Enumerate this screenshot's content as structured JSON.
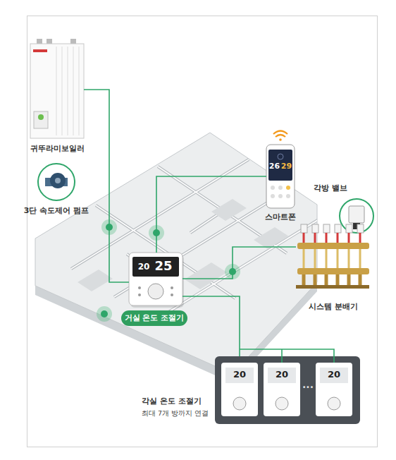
{
  "diagram": {
    "nodes": [
      {
        "text": [
          "귀뚜라미보일러"
        ]
      },
      {
        "text": [
          "3단 속도제어 펌프"
        ]
      },
      {
        "text": [
          "26",
          "29",
          "스마트폰"
        ]
      },
      {
        "text": [
          "각방 밸브"
        ]
      },
      {
        "text": [
          "시스템 분배기"
        ]
      },
      {
        "text": [
          "20",
          "25"
        ]
      },
      {
        "text": [
          "거실 온도 조절기"
        ]
      },
      {
        "text": [
          "각실 온도 조절기",
          "최대 7개 방까지 연결"
        ]
      },
      {
        "text": [
          "20"
        ],
        "in": 7
      },
      {
        "text": [
          "20"
        ],
        "in": 7
      },
      {
        "text": [
          "20"
        ],
        "in": 7
      }
    ],
    "edges": [
      {
        "from": 0,
        "to": 5,
        "arrow": "none"
      },
      {
        "from": 2,
        "to": 5,
        "arrow": "none"
      },
      {
        "from": 4,
        "to": 5,
        "arrow": "none"
      },
      {
        "from": 7,
        "to": 5,
        "arrow": "none"
      }
    ],
    "labels": [
      "···"
    ]
  }
}
